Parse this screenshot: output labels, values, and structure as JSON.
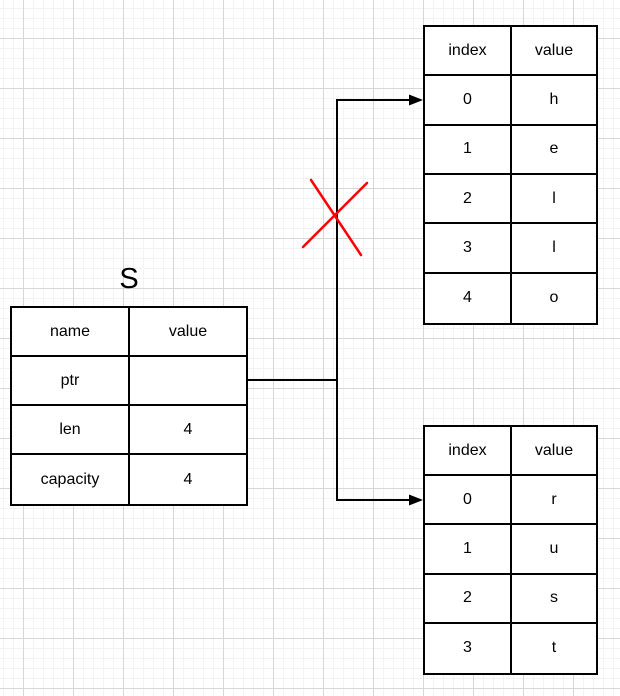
{
  "colors": {
    "line": "#000000",
    "cross": "#ff0000",
    "table_border": "#000000",
    "table_background": "#ffffff",
    "grid_minor": "#f3f3f3",
    "grid_major": "#d7d7d7",
    "text": "#000000"
  },
  "stack": {
    "title": "S",
    "headers": {
      "col1": "name",
      "col2": "value"
    },
    "rows": [
      {
        "name": "ptr",
        "value": ""
      },
      {
        "name": "len",
        "value": "4"
      },
      {
        "name": "capacity",
        "value": "4"
      }
    ]
  },
  "heap_old": {
    "headers": {
      "col1": "index",
      "col2": "value"
    },
    "rows": [
      {
        "index": "0",
        "value": "h"
      },
      {
        "index": "1",
        "value": "e"
      },
      {
        "index": "2",
        "value": "l"
      },
      {
        "index": "3",
        "value": "l"
      },
      {
        "index": "4",
        "value": "o"
      }
    ]
  },
  "heap_new": {
    "headers": {
      "col1": "index",
      "col2": "value"
    },
    "rows": [
      {
        "index": "0",
        "value": "r"
      },
      {
        "index": "1",
        "value": "u"
      },
      {
        "index": "2",
        "value": "s"
      },
      {
        "index": "3",
        "value": "t"
      }
    ]
  }
}
